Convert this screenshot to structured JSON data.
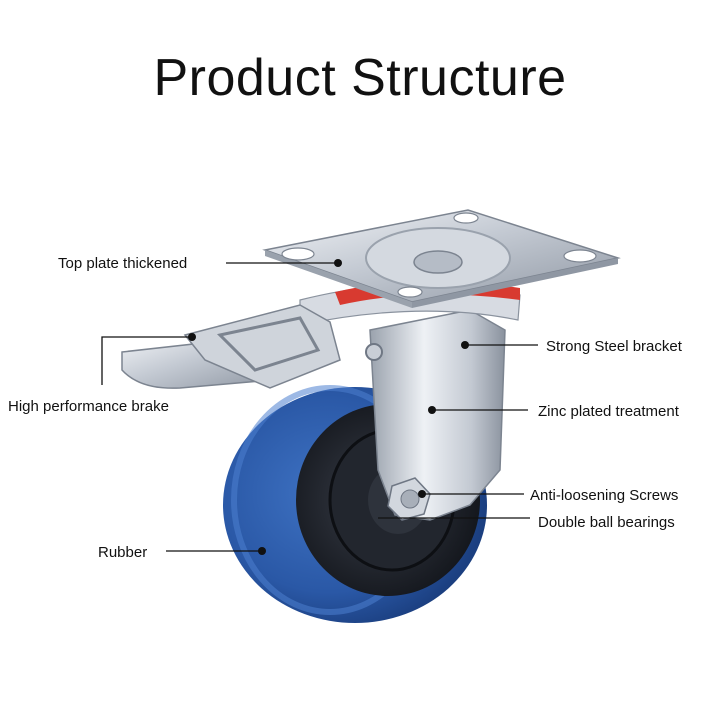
{
  "title": "Product Structure",
  "callouts": {
    "top_plate": "Top plate thickened",
    "brake": "High performance brake",
    "rubber": "Rubber",
    "bracket": "Strong Steel bracket",
    "zinc": "Zinc plated treatment",
    "screws": "Anti-loosening Screws",
    "bearings": "Double ball bearings"
  },
  "colors": {
    "rubber_blue": "#2b5aa8",
    "steel": "#c9ced6",
    "red_seal": "#d83a30",
    "hub_dark": "#1b1e26"
  }
}
